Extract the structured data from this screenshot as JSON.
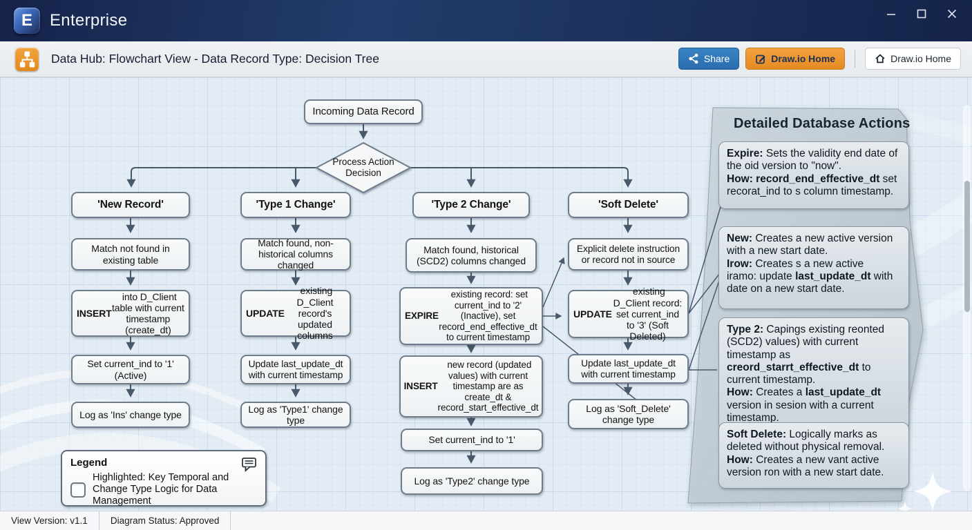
{
  "window": {
    "app_name": "Enterprise"
  },
  "header": {
    "title": "Data Hub: Flowchart View - Data Record Type: Decision Tree",
    "share_label": "Share",
    "drawio_edit_label": "Draw.io Home",
    "drawio_home_label": "Draw.io Home"
  },
  "colors": {
    "titlebar": "#1c2f55",
    "share_blue": "#2d76b8",
    "drawio_orange": "#ec9435",
    "canvas": "#e3ecf4"
  },
  "icons": {
    "logo": "enterprise-logo",
    "header": "flowchart-icon",
    "share": "share-icon",
    "edit": "edit-icon",
    "home": "home-icon",
    "comment": "comment-icon",
    "sparkle": "sparkle-icon"
  },
  "flowchart": {
    "start": [
      {
        "t": "Incoming Data Record"
      }
    ],
    "decision": [
      {
        "t": "Process Action Decision"
      }
    ],
    "columns": [
      {
        "header": [
          {
            "t": "'New Record'",
            "b": true
          }
        ],
        "steps": [
          [
            {
              "t": "Match not found in existing table"
            }
          ],
          [
            {
              "t": "INSERT",
              "b": true
            },
            {
              "t": " into D_Client table with current timestamp (create_dt)"
            }
          ],
          [
            {
              "t": "Set current_ind to '1' (Active)"
            }
          ],
          [
            {
              "t": "Log as 'Ins' change type"
            }
          ]
        ]
      },
      {
        "header": [
          {
            "t": "'Type 1 Change'",
            "b": true
          }
        ],
        "steps": [
          [
            {
              "t": "Match found, non-historical columns changed"
            }
          ],
          [
            {
              "t": "UPDATE",
              "b": true
            },
            {
              "t": " existing D_Client record's updated columns"
            }
          ],
          [
            {
              "t": "Update last_update_dt with current timestamp"
            }
          ],
          [
            {
              "t": "Log as 'Type1' change type"
            }
          ]
        ]
      },
      {
        "header": [
          {
            "t": "'Type 2 Change'",
            "b": true
          }
        ],
        "steps": [
          [
            {
              "t": "Match found, historical (SCD2) columns changed"
            }
          ],
          [
            {
              "t": "EXPIRE",
              "b": true
            },
            {
              "t": " existing record: set current_ind to '2' (Inactive), set record_end_effective_dt to current timestamp"
            }
          ],
          [
            {
              "t": "INSERT",
              "b": true
            },
            {
              "t": " new record (updated values) with current timestamp are as create_dt & record_start_effective_dt"
            }
          ],
          [
            {
              "t": "Set current_ind to '1'"
            }
          ],
          [
            {
              "t": "Log as 'Type2' change type"
            }
          ]
        ]
      },
      {
        "header": [
          {
            "t": "'Soft Delete'",
            "b": true
          }
        ],
        "steps": [
          [
            {
              "t": "Explicit delete instruction or record not in source"
            }
          ],
          [
            {
              "t": "UPDATE",
              "b": true
            },
            {
              "t": " existing D_Client record: set current_ind to '3' (Soft Deleted)"
            }
          ],
          [
            {
              "t": "Update last_update_dt with current timestamp"
            }
          ],
          [
            {
              "t": "Log as 'Soft_Delete' change type"
            }
          ]
        ]
      }
    ]
  },
  "panel": {
    "title": "Detailed Database Actions",
    "items": [
      [
        {
          "t": "Expire:",
          "b": true
        },
        {
          "t": " Sets the validity end date of the oid version to \"now\".\n"
        },
        {
          "t": "How: record_end_effective_dt",
          "b": true
        },
        {
          "t": " set recorat_ind to s column timestamp."
        }
      ],
      [
        {
          "t": "New:",
          "b": true
        },
        {
          "t": " Creates a new active version with a new start date.\n"
        },
        {
          "t": "Irow:",
          "b": true
        },
        {
          "t": " Creates s a new active\niramo: update "
        },
        {
          "t": "last_update_dt",
          "b": true
        },
        {
          "t": " with\ndate on a new start date."
        }
      ],
      [
        {
          "t": "Type 2:",
          "b": true
        },
        {
          "t": " Capings existing reonted (SCD2) values) with current timestamp as\n"
        },
        {
          "t": "creord_starrt_effective_dt",
          "b": true
        },
        {
          "t": " to\ncurrent timestamp.\n"
        },
        {
          "t": "How:",
          "b": true
        },
        {
          "t": " Creates a "
        },
        {
          "t": "last_update_dt",
          "b": true
        },
        {
          "t": " version in sesion with a current timestamp."
        }
      ],
      [
        {
          "t": "Soft Delete:",
          "b": true
        },
        {
          "t": " Logically marks as deleted without physical removal.\n"
        },
        {
          "t": "How:",
          "b": true
        },
        {
          "t": " Creates a new vant active version ron with a new start date."
        }
      ]
    ]
  },
  "legend": {
    "title": "Legend",
    "item": [
      {
        "t": "Highlighted: Key Temporal and Change Type Logic for Data Management"
      }
    ]
  },
  "statusbar": {
    "view_version": "View Version: v1.1",
    "diagram_status": "Diagram Status: Approved"
  }
}
